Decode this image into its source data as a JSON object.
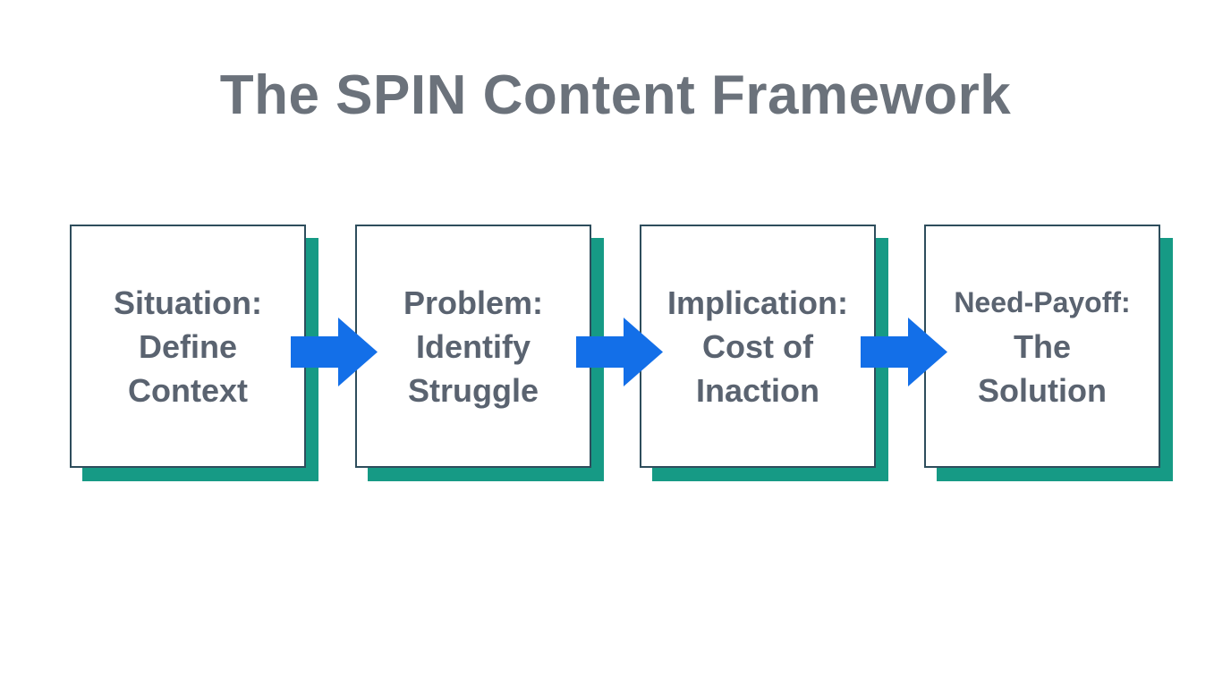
{
  "title": "The SPIN Content Framework",
  "steps": [
    {
      "name": "situation",
      "lines": [
        "Situation:",
        "Define",
        "Context"
      ]
    },
    {
      "name": "problem",
      "lines": [
        "Problem:",
        "Identify",
        "Struggle"
      ]
    },
    {
      "name": "implication",
      "lines": [
        "Implication:",
        "Cost of",
        "Inaction"
      ]
    },
    {
      "name": "need_payoff",
      "lines": [
        "Need-Payoff:",
        "The",
        "Solution"
      ]
    }
  ],
  "icons": {
    "connector": "arrow-right-icon"
  },
  "colors": {
    "arrow_blue": "#136FE8",
    "shadow_teal": "#169A85",
    "box_border": "#2E4D5C",
    "title_text": "#6B727B",
    "box_text": "#5A6370",
    "background": "#FFFFFF"
  }
}
